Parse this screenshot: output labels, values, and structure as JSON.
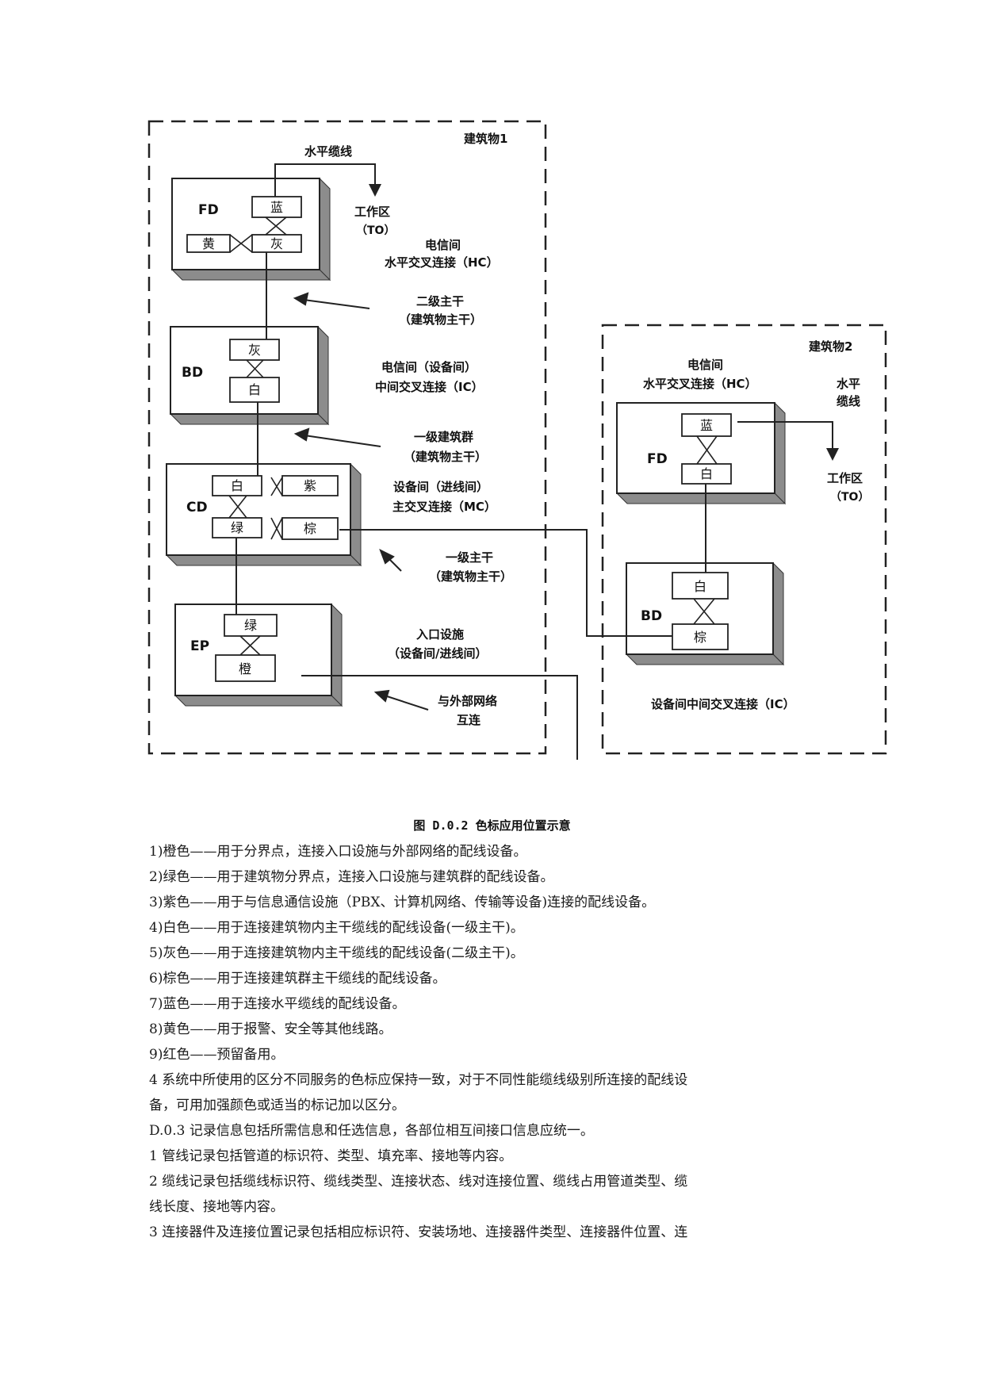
{
  "diagram": {
    "building1": "建筑物1",
    "building2": "建筑物2",
    "b1": {
      "horizontal_cable": "水平缆线",
      "work_area": "工作区",
      "work_area_to": "（TO）",
      "telecom_room": "电信间",
      "hc": "水平交叉连接（HC）",
      "secondary_backbone": "二级主干",
      "secondary_backbone_sub": "（建筑物主干）",
      "telecom_room_equipment": "电信间（设备间）",
      "ic": "中间交叉连接（IC）",
      "primary_campus": "一级建筑群",
      "primary_campus_sub": "（建筑物主干）",
      "equipment_room_entrance": "设备间（进线间）",
      "mc": "主交叉连接（MC）",
      "primary_backbone": "一级主干",
      "primary_backbone_sub": "（建筑物主干）",
      "entrance_facility": "入口设施",
      "entrance_facility_sub": "（设备间/进线间）",
      "external_network": "与外部网络",
      "external_network_sub": "互连"
    },
    "b2": {
      "telecom_room": "电信间",
      "hc": "水平交叉连接（HC）",
      "horizontal": "水平",
      "cable": "缆线",
      "work_area": "工作区",
      "work_area_to": "（TO）",
      "ic": "设备间中间交叉连接（IC）"
    },
    "units": {
      "fd": "FD",
      "bd": "BD",
      "cd": "CD",
      "ep": "EP",
      "fd2": "FD",
      "bd2": "BD"
    },
    "colors": {
      "blue": "蓝",
      "yellow": "黄",
      "gray": "灰",
      "white": "白",
      "purple": "紫",
      "green": "绿",
      "brown": "棕",
      "orange": "橙"
    }
  },
  "caption": "图 D.0.2 色标应用位置示意",
  "paragraphs": [
    "1)橙色——用于分界点，连接入口设施与外部网络的配线设备。",
    "2)绿色——用于建筑物分界点，连接入口设施与建筑群的配线设备。",
    "3)紫色——用于与信息通信设施（PBX、计算机网络、传输等设备)连接的配线设备。",
    "4)白色——用于连接建筑物内主干缆线的配线设备(一级主干)。",
    "5)灰色——用于连接建筑物内主干缆线的配线设备(二级主干)。",
    "6)棕色——用于连接建筑群主干缆线的配线设备。",
    "7)蓝色——用于连接水平缆线的配线设备。",
    "8)黄色——用于报警、安全等其他线路。",
    "9)红色——预留备用。",
    "4 系统中所使用的区分不同服务的色标应保持一致，对于不同性能缆线级别所连接的配线设",
    "备，可用加强颜色或适当的标记加以区分。",
    "D.0.3 记录信息包括所需信息和任选信息，各部位相互间接口信息应统一。",
    "1 管线记录包括管道的标识符、类型、填充率、接地等内容。",
    "2 缆线记录包括缆线标识符、缆线类型、连接状态、线对连接位置、缆线占用管道类型、缆",
    "线长度、接地等内容。",
    "3 连接器件及连接位置记录包括相应标识符、安装场地、连接器件类型、连接器件位置、连"
  ]
}
